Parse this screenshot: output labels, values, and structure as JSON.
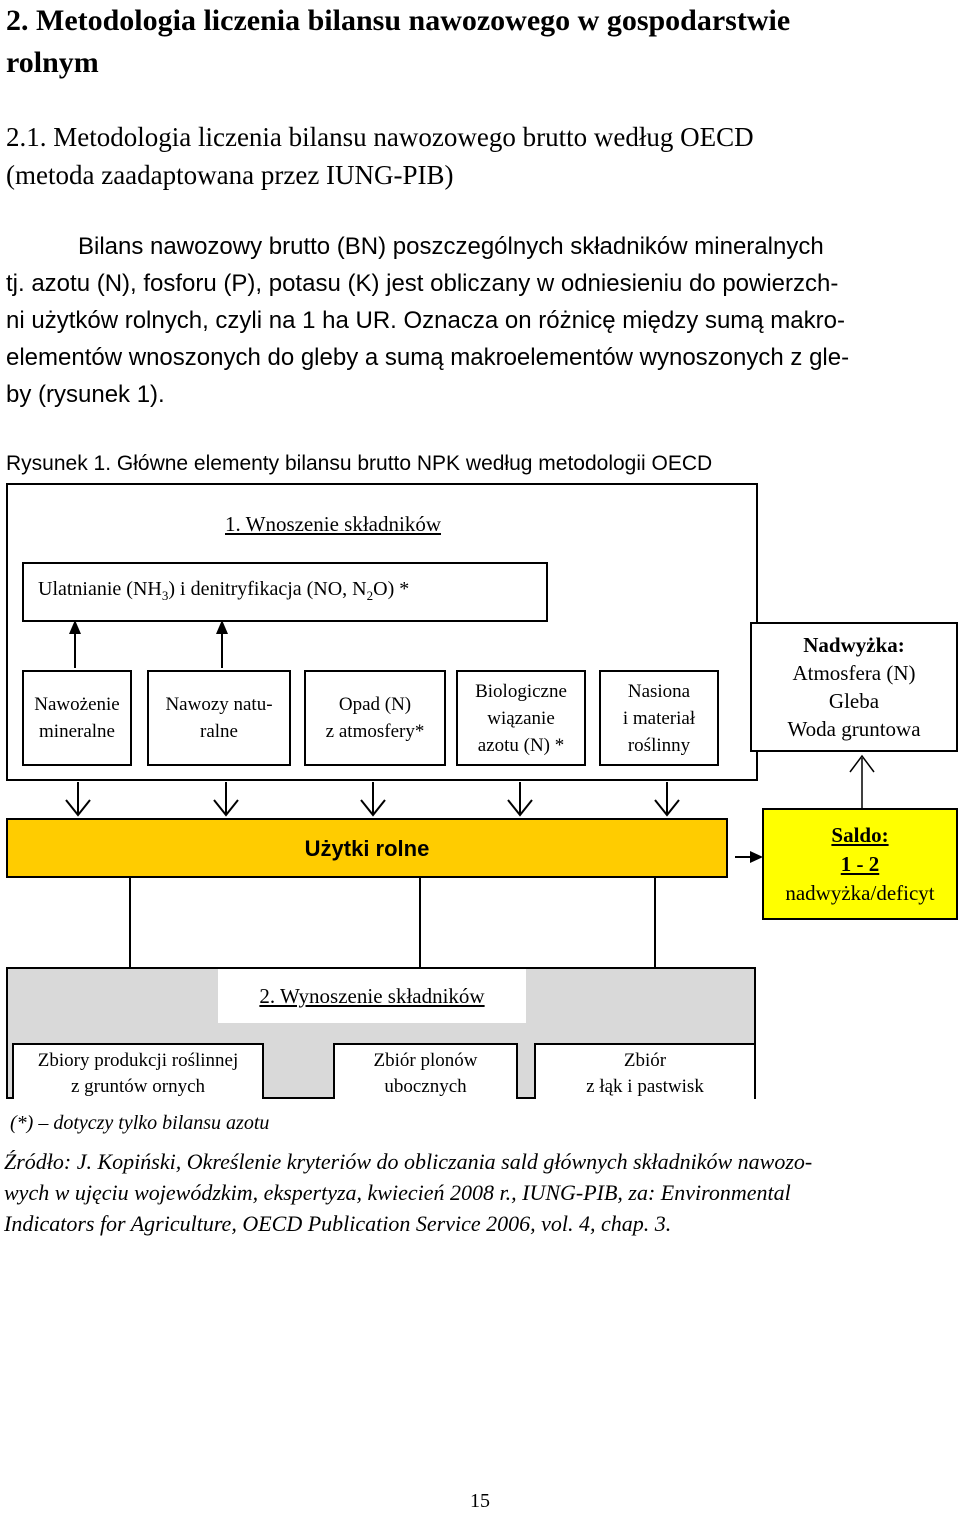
{
  "heading1": {
    "line1": "2. Metodologia liczenia bilansu nawozowego w gospodarstwie",
    "line2": "rolnym"
  },
  "heading2": {
    "line1": "2.1. Metodologia liczenia bilansu nawozowego brutto według OECD",
    "line2": "(metoda zaadaptowana przez IUNG-PIB)"
  },
  "paragraph": {
    "l1": "Bilans nawozowy brutto (BN) poszczególnych składników mineralnych",
    "l2": "tj. azotu (N), fosforu (P), potasu (K) jest obliczany w odniesieniu do powierzch-",
    "l3": "ni użytków rolnych, czyli na 1 ha UR. Oznacza on różnicę między sumą makro-",
    "l4": "elementów wnoszonych do gleby a sumą makroelementów wynoszonych z gle-",
    "l5": "by (rysunek 1)."
  },
  "figure_caption": "Rysunek 1. Główne elementy bilansu brutto NPK według metodologii OECD",
  "diagram": {
    "inputs_title": "1. Wnoszenie składników",
    "volatilization": {
      "a": "Ulatnianie (NH",
      "b": "3",
      "c": ") i denitryfikacja (NO, N",
      "d": "2",
      "e": "O) *"
    },
    "input_boxes": [
      {
        "l1": "Nawożenie",
        "l2": "mineralne"
      },
      {
        "l1": "Nawozy natu-",
        "l2": "ralne"
      },
      {
        "l1": "Opad (N)",
        "l2": "z atmosfery*"
      },
      {
        "l1": "Biologiczne",
        "l2": "wiązanie",
        "l3": "azotu (N) *"
      },
      {
        "l1": "Nasiona",
        "l2": "i materiał",
        "l3": "roślinny"
      }
    ],
    "surplus": {
      "title": "Nadwyżka:",
      "l1": "Atmosfera (N)",
      "l2": "Gleba",
      "l3": "Woda gruntowa"
    },
    "farmland": "Użytki rolne",
    "balance": {
      "title": "Saldo:",
      "formula": "1 - 2",
      "note": "nadwyżka/deficyt"
    },
    "outputs_title": "2. Wynoszenie składników",
    "output_boxes": [
      {
        "l1": "Zbiory produkcji roślinnej",
        "l2": "z gruntów ornych"
      },
      {
        "l1": "Zbiór plonów",
        "l2": "ubocznych"
      },
      {
        "l1": "Zbiór",
        "l2": "z łąk i pastwisk"
      }
    ],
    "colors": {
      "farmland": "#ffcc00",
      "balance": "#ffff00",
      "outputs_bg": "#d9d9d9"
    }
  },
  "footnote": "(*) – dotyczy tylko bilansu azotu",
  "source": {
    "l1": "Źródło: J. Kopiński, Określenie kryteriów do obliczania sald głównych składników nawozo-",
    "l2": "wych w ujęciu wojewódzkim, ekspertyza, kwiecień 2008 r., IUNG-PIB, za: Environmental",
    "l3": "Indicators for Agriculture, OECD Publication Service 2006, vol. 4, chap. 3."
  },
  "page_number": "15"
}
